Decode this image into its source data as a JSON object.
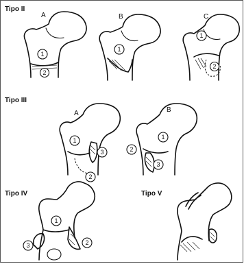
{
  "sections": {
    "tipo_ii": "Tipo II",
    "tipo_iii": "Tipo III",
    "tipo_iv": "Tipo IV",
    "tipo_v": "Tipo V"
  },
  "letters": {
    "a": "A",
    "b": "B",
    "c": "C",
    "a2": "A",
    "b2": "B"
  },
  "fragment_numbers": {
    "n1": "1",
    "n2": "2",
    "n3": "3"
  },
  "colors": {
    "ink": "#111111",
    "background": "#ffffff",
    "frame": "#555555"
  }
}
